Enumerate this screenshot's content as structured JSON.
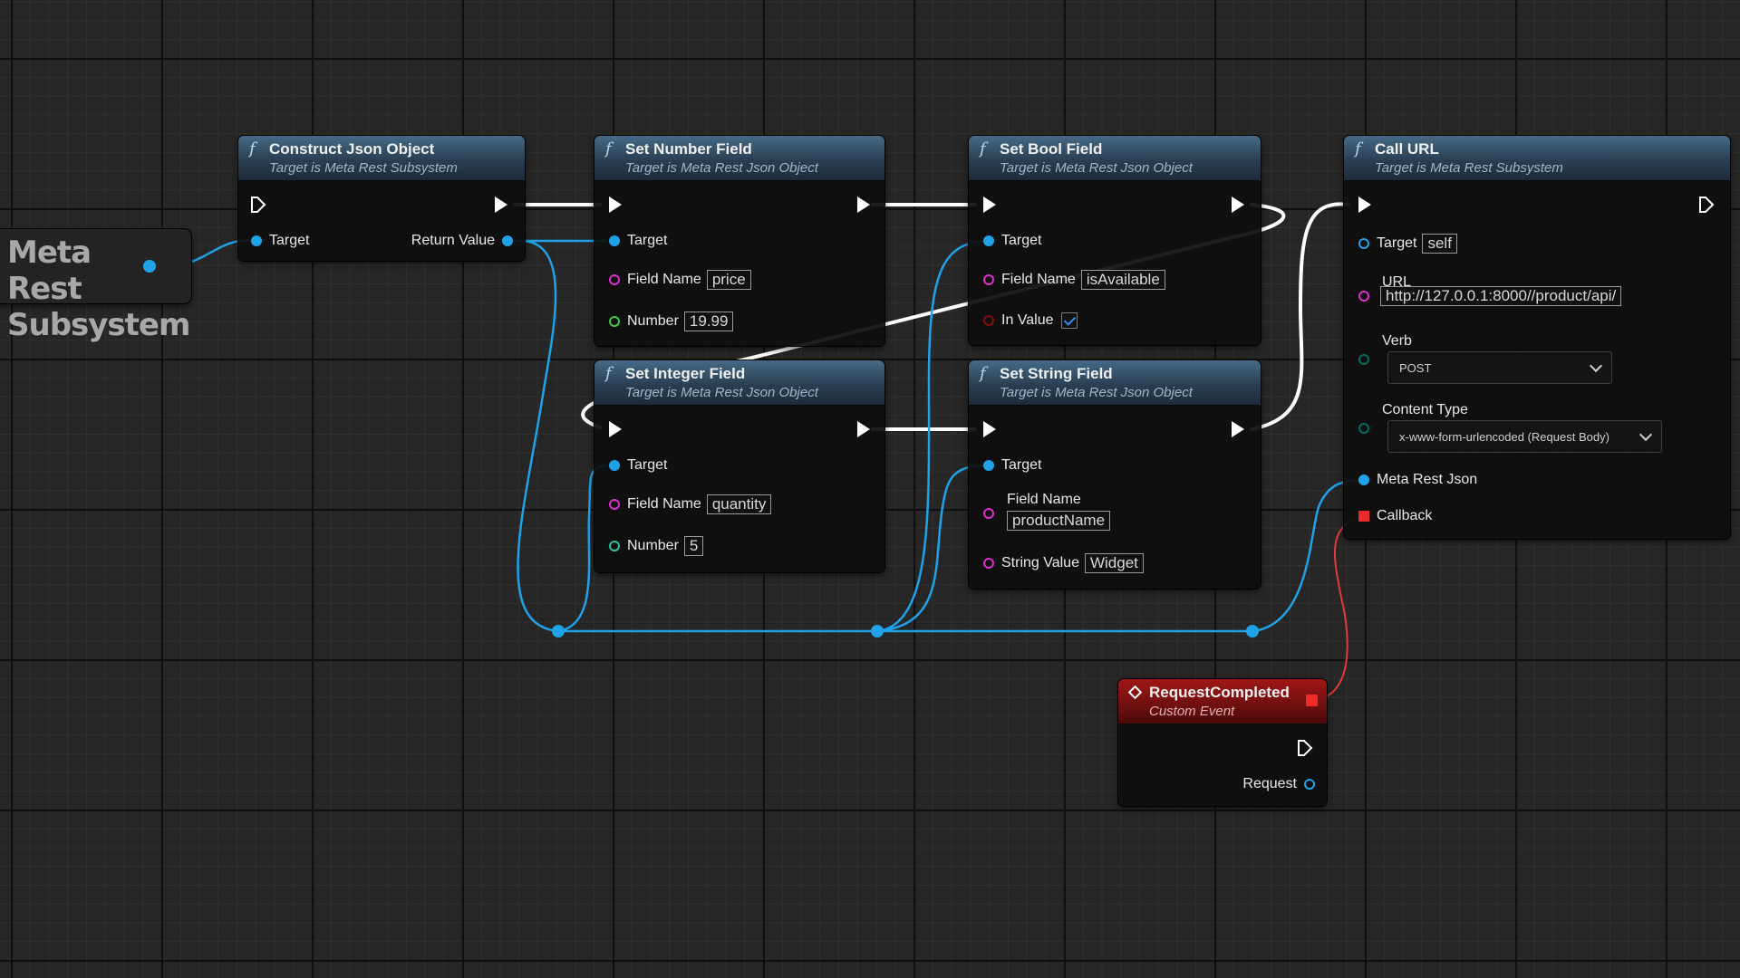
{
  "subsystem_getter": {
    "label": "Meta Rest Subsystem"
  },
  "construct_json": {
    "title": "Construct Json Object",
    "subtitle": "Target is Meta Rest Subsystem",
    "target": "Target",
    "return_value": "Return Value"
  },
  "set_number": {
    "title": "Set Number Field",
    "subtitle": "Target is Meta Rest Json Object",
    "target": "Target",
    "field_name_label": "Field Name",
    "field_name": "price",
    "number_label": "Number",
    "number": "19.99"
  },
  "set_integer": {
    "title": "Set Integer Field",
    "subtitle": "Target is Meta Rest Json Object",
    "target": "Target",
    "field_name_label": "Field Name",
    "field_name": "quantity",
    "number_label": "Number",
    "number": "5"
  },
  "set_bool": {
    "title": "Set Bool Field",
    "subtitle": "Target is Meta Rest Json Object",
    "target": "Target",
    "field_name_label": "Field Name",
    "field_name": "isAvailable",
    "in_value_label": "In Value"
  },
  "set_string": {
    "title": "Set String Field",
    "subtitle": "Target is Meta Rest Json Object",
    "target": "Target",
    "field_name_label": "Field Name",
    "field_name": "productName",
    "string_value_label": "String Value",
    "string_value": "Widget"
  },
  "call_url": {
    "title": "Call URL",
    "subtitle": "Target is Meta Rest Subsystem",
    "target_label": "Target",
    "target_value": "self",
    "url_label": "URL",
    "url": "http://127.0.0.1:8000//product/api/",
    "verb_label": "Verb",
    "verb": "POST",
    "content_type_label": "Content Type",
    "content_type": "x-www-form-urlencoded (Request Body)",
    "meta_rest_json_label": "Meta Rest Json",
    "callback_label": "Callback"
  },
  "request_completed": {
    "title": "RequestCompleted",
    "subtitle": "Custom Event",
    "request_label": "Request"
  },
  "colors": {
    "object_pin": "#1fa2e8",
    "string_pin": "#e02ccf",
    "float_pin": "#42c94b",
    "int_pin": "#2ec29f",
    "bool_pin": "#8a0c0c",
    "delegate_pin": "#ee2b2b",
    "function_header": "#466a87",
    "event_header": "#a11717"
  }
}
